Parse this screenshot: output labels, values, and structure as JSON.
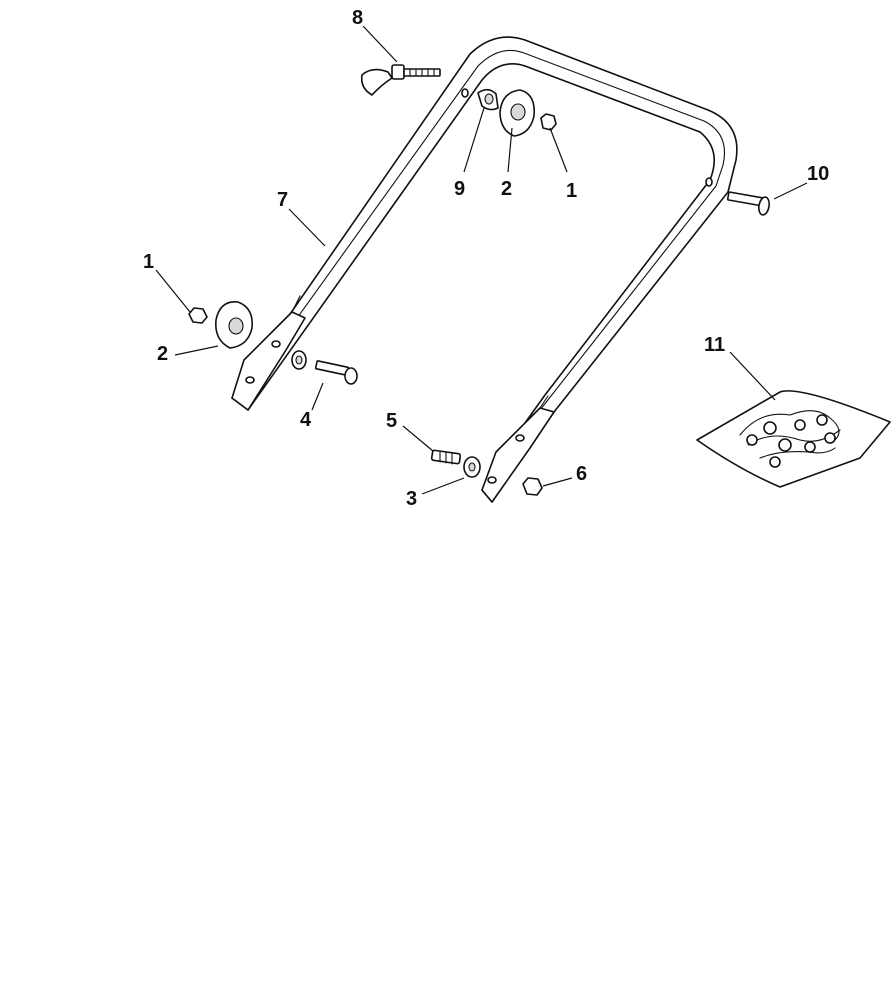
{
  "callouts": {
    "c1a": "1",
    "c1b": "1",
    "c2a": "2",
    "c2b": "2",
    "c3": "3",
    "c4": "4",
    "c5": "5",
    "c6": "6",
    "c7": "7",
    "c8": "8",
    "c9": "9",
    "c10": "10",
    "c11": "11"
  },
  "colors": {
    "line": "#111111",
    "background": "#ffffff",
    "shade": "#d9d9d9"
  }
}
